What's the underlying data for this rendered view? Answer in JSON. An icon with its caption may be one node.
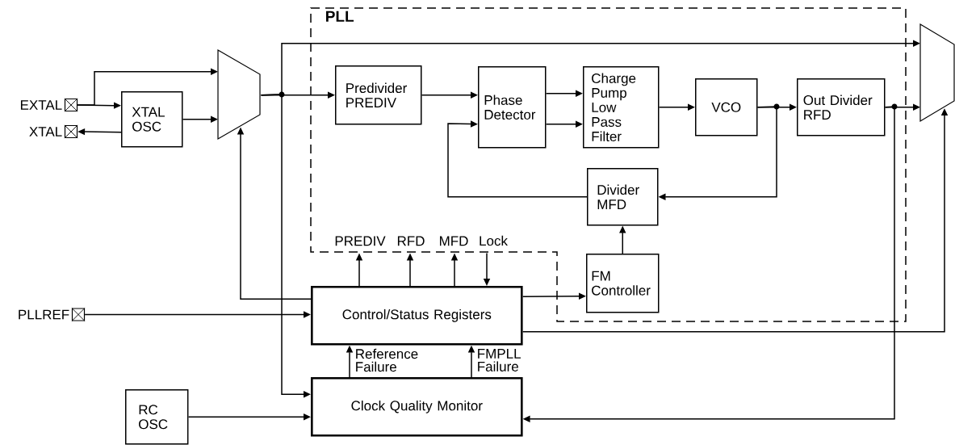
{
  "diagram": {
    "nodes": [
      {
        "text": [
          "PLL"
        ]
      },
      {
        "text": [
          "EXTAL"
        ]
      },
      {
        "text": [
          "XTAL"
        ]
      },
      {
        "text": [
          "XTAL OSC"
        ]
      },
      {
        "text": [],
        "shape": "trapezoid"
      },
      {
        "text": [
          "Predivider PREDIV"
        ],
        "in": 0
      },
      {
        "text": [
          "Phase Detector"
        ],
        "in": 0
      },
      {
        "text": [
          "Charge Pump Low Pass Filter"
        ],
        "in": 0
      },
      {
        "text": [
          "VCO"
        ],
        "in": 0
      },
      {
        "text": [
          "Out Divider RFD"
        ],
        "in": 0
      },
      {
        "text": [],
        "shape": "trapezoid"
      },
      {
        "text": [
          "Divider MFD"
        ],
        "in": 0
      },
      {
        "text": [
          "FM Controller"
        ],
        "in": 0
      },
      {
        "text": [
          "PLLREF"
        ]
      },
      {
        "text": [
          "Control/Status Registers"
        ]
      },
      {
        "text": [
          "Clock Quality Monitor"
        ]
      },
      {
        "text": [
          "RC OSC"
        ]
      }
    ],
    "edges": [
      {
        "from": 1,
        "to": 4,
        "arrow": "to"
      },
      {
        "from": 1,
        "to": 3,
        "arrow": "to"
      },
      {
        "from": 3,
        "to": 2,
        "arrow": "to"
      },
      {
        "from": 3,
        "to": 4,
        "arrow": "to"
      },
      {
        "from": 4,
        "to": 5,
        "arrow": "to"
      },
      {
        "from": 4,
        "to": 10,
        "arrow": "to"
      },
      {
        "from": 4,
        "to": 15,
        "arrow": "to"
      },
      {
        "from": 14,
        "to": 4,
        "arrow": "to"
      },
      {
        "from": 5,
        "to": 6,
        "arrow": "to"
      },
      {
        "from": 6,
        "to": 7,
        "arrow": "to"
      },
      {
        "from": 6,
        "to": 7,
        "arrow": "to"
      },
      {
        "from": 7,
        "to": 8,
        "arrow": "to"
      },
      {
        "from": 8,
        "to": 9,
        "arrow": "to"
      },
      {
        "from": 8,
        "to": 11,
        "arrow": "to"
      },
      {
        "from": 11,
        "to": 6,
        "arrow": "to"
      },
      {
        "from": 9,
        "to": 10,
        "arrow": "to"
      },
      {
        "from": 9,
        "to": 15,
        "arrow": "to"
      },
      {
        "from": 12,
        "to": 11,
        "arrow": "to"
      },
      {
        "from": 14,
        "to": 12,
        "arrow": "to"
      },
      {
        "from": 14,
        "to": 10,
        "arrow": "to"
      },
      {
        "from": 13,
        "to": 14,
        "arrow": "to"
      },
      {
        "from": 15,
        "to": 14,
        "arrow": "to",
        "label": "Reference Failure"
      },
      {
        "from": 15,
        "to": 14,
        "arrow": "to",
        "label": "FMPLL Failure"
      },
      {
        "from": 16,
        "to": 15,
        "arrow": "to"
      },
      {
        "from": 14,
        "to": 0,
        "arrow": "to",
        "label": "PREDIV"
      },
      {
        "from": 14,
        "to": 0,
        "arrow": "to",
        "label": "RFD"
      },
      {
        "from": 14,
        "to": 0,
        "arrow": "to",
        "label": "MFD"
      },
      {
        "from": 0,
        "to": 14,
        "arrow": "to",
        "label": "Lock"
      }
    ]
  }
}
